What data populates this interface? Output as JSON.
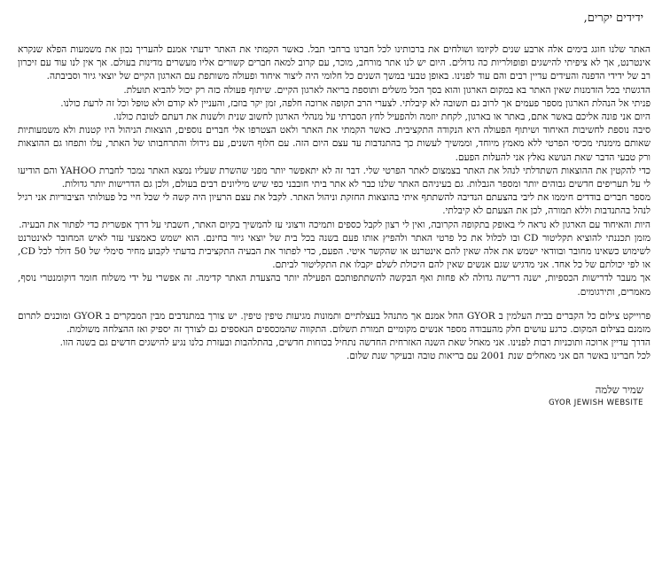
{
  "letter": {
    "greeting": "ידידים יקרים,",
    "paragraphs": [
      "האתר שלנו חוגג בימים אלה ארבע שנים לקיומו ושולחים את ברכותינו לכל חברנו ברחבי תבל. כאשר הקמתי את האתר ידעתי אמנם להעריך נכון את משמעות הפלא שנקרא אינטרנט, אך לא ציפיתי להישגים ופופולריות כה גדולים. היום יש לנו אתר מורחב, מוכר, עם קרוב למאה חברים קשורים אליו מעשרים מדינות בעולם. אך אין לנו עוד עם זיכרון רב של ידידי הדפנה והעידים עדיין רבים והם עוד לפנינו. באופן טבעי במשך השנים כל חלומי היה ליצור איחוד ופעולה משותפת עם הארגון הקיים של יוצאי גיור וסביבתה.",
      "הדגשתי בכל הזדמנות שאין האתר בא במקום הארגון והוא בסך הכל משלים ותוספת בריאה לארגון הקיים. שיתוף פעולה כזה רק יכול להביא תועלת.",
      "פניתי אל הנהלת הארגון מספר פעמים אך לרוב גם תשובה לא קיבלתי. לצערי הרב תקופה ארוכה חלפה, זמן יקר בוזבז, והעניין לא קודם ולא טופל וכל זה לרעת כולנו.",
      "היום אני פונה אליכם באשר אתם, באתר או בארגון, לקחת יוזמה ולהפעיל לחץ הסברתי על מנהלי הארגון לחשוב שנית ולשנות את דעתם לטובת כולנו.",
      "סיבה נוספת לחשיבות האיחוד ושיתוף הפעולה היא הנקודה התקציבית. כאשר הקמתי את האתר ולאט הצטרפו אלי חברים נוספים, הוצאות הניהול היו קטנות ולא משמעותיות שאותם מימנתי מכיסי הפרטי ללא מאמץ מיוחד, וממשיך לעשות כך בהתנדבות עד עצם היום הזה. עם חלוף השנים, עם גידולו והתרחבותו של האתר, עלו ותפחו גם ההוצאות ורק טבעי הדבר שאת הנושא נאלץ אני להעלות הפעם.",
      "כדי להקטין את ההוצאות השתדלתי לנהל את האתר בצמצום לאתר הפרטי שלי. דבר זה לא יתאפשר יותר מפני שהשרת שעליו נמצא האתר נמכר לחברת YAHOO והם הודיעו לי על תעריפים חדשים גבוהים יותר ומספר הגבלות. גם בעיניהם האתר שלנו כבר לא אתר ביתי חובבני כפי שיש מיליונים רבים בעולם, ולכן גם הדרישות יותר גדולות.",
      "מספר חברים בודדים חיממו את ליבי בהצעתם הנדיבה להשתתף איתי בהוצאות החזקת וניהול האתר. לקבל את עצם הרעיון היה קשה לי שכל חיי כל פעולותי הציבוריות אני רגיל לנהל בהתנדבות וללא תמורה, לכן את הצעתם לא קיבלתי.",
      "היות והאיחוד עם הארגון לא נראה לי באופק בתקופה הקרובה, ואין לי רצון לקבל כספים ותמיכה ורצוני עז להמשיך בקיום האתר, חשבתי על דרך אפשרית כדי לפתור את הבעיה.",
      "מזמן תכננתי להוציא תקליטור CD ובו לכלול את כל פרטי האתר ולהפיץ אותו פעם בשנה בכל בית של יוצאי גיור בחינם. הוא ישמש כאמצעי עזר לאיש המחובר לאינטרנט לשימוש כשאינו מחובר ובוודאי ישמש את אלה שאין להם אינטרנט או שהקשר איטי. הפעם, כדי לפתור את הבעיה התקציבית בדעתי לקבוע מחיר סימלי של 50 דולר לכל CD, או לפי יכולתם של כל אחד. אני מדגיש שגם אנשים שאין להם היכולת לשלם יקבלו את התקליטור לביתם.",
      "אך מעבר לדרישות הכספיות, ישנה דרישה גדולה לא פחות ואף הבקשה להשתתפותכם הפעילה יותר בהצעדת האתר קדימה. זה אפשרי על ידי משלוח חומר דוקומנטרי נוסף, מאמרים, ותירגומים.",
      "פרוייקט צילום כל הקברים בבית העלמין ב GYOR החל אמנם אך מתנהל בעצלתיים ותמונות מגיעות טיפין טיפין. יש צורך במתנדבים מבין המבקרים ב GYOR ומוכנים לתרום מזמנם בצילום המקום. כרגע עושים חלק מהעבודה מספר אנשים מקומיים תמורת תשלום. התקווה שהמכספים הנאספים גם לצורך זה יספיק ואז ההצלחה משולמת.",
      "הדרך עדיין ארוכה ותוכניות רבות לפנינו. אני מאחל שאת השנה האזרחית החדשה נתחיל בכוחות חדשים, בהתלהבות ובעזרת כלנו נגיע להישגים חדשים גם בשנה הזו.",
      "לכל חברינו באשר הם אני מאחלים שנת 2001 עם בריאות טובה ובעיקר שנת שלום."
    ],
    "signature": {
      "name": "שמיר שלמה",
      "org": "GYOR JEWISH WEBSITE"
    }
  }
}
